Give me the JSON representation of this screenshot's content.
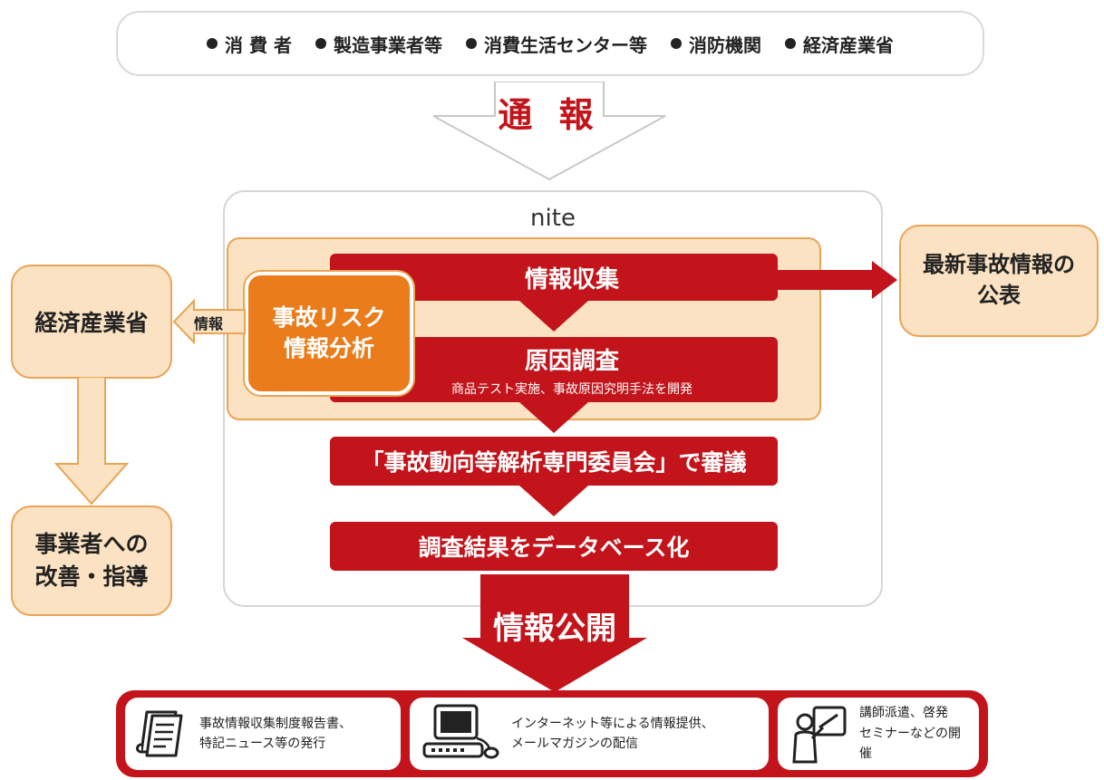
{
  "reporters": [
    "消 費 者",
    "製造事業者等",
    "消費生活センター等",
    "消防機関",
    "経済産業省"
  ],
  "report_label": "通 報",
  "nite_label": "nite",
  "flow": {
    "collect": "情報収集",
    "cause_title": "原因調査",
    "cause_sub": "商品テスト実施、事故原因究明手法を開発",
    "review": "「事故動向等解析専門委員会」で審議",
    "database": "調査結果をデータベース化"
  },
  "risk_box": {
    "line1": "事故リスク",
    "line2": "情報分析"
  },
  "info_label": "情報",
  "meti_box": "経済産業省",
  "guidance_box": {
    "line1": "事業者への",
    "line2": "改善・指導"
  },
  "latest_box": {
    "line1": "最新事故情報の",
    "line2": "公表"
  },
  "publish_label": "情報公開",
  "outputs": [
    {
      "icon": "documents-icon",
      "line1": "事故情報収集制度報告書、",
      "line2": "特記ニュース等の発行"
    },
    {
      "icon": "computer-icon",
      "line1": "インターネット等による情報提供、",
      "line2": "メールマガジンの配信"
    },
    {
      "icon": "lecturer-icon",
      "line1": "講師派遣、啓発",
      "line2": "セミナーなどの開催"
    }
  ],
  "colors": {
    "red": "#c3141b",
    "orange": "#ea7c1b",
    "light_orange": "#fbe2c2",
    "orange_border": "#e9a456"
  }
}
